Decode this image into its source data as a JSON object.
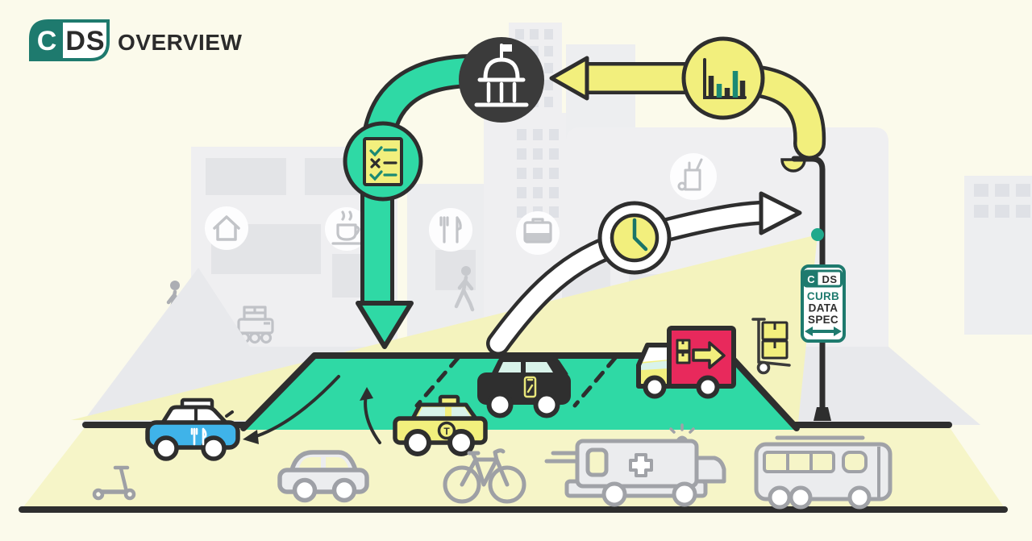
{
  "page": {
    "description": "CDS Overview — illustration of the Curb Data Specification: curb events flow from the street to a sensor sign, become analytics data, and inform city policy that manages the curb zone."
  },
  "logo": {
    "c": "C",
    "ds": "DS",
    "wordmark": "OVERVIEW"
  },
  "curb_sign": {
    "logo_c": "C",
    "logo_ds": "DS",
    "line1": "CURB",
    "line2": "DATA",
    "line3": "SPEC"
  },
  "labels": {
    "taxi_badge": "T"
  },
  "colors": {
    "background": "#FBFAEB",
    "teal_accent": "#2FD9A5",
    "brand_teal": "#1E7A6E",
    "yellow_accent": "#F2EF7D",
    "beam_yellow": "#F4F3BE",
    "street_yellow": "#F6F5C8",
    "outline_dark": "#2E2E2E",
    "gov_circle_dark": "#3B3B3B",
    "truck_red": "#E8295C",
    "car_blue": "#3FB3E9",
    "vehicle_gray": "#A0A2A7",
    "building_gray": "#EFEFF1",
    "sidewalk_gray": "#E8E9EC"
  },
  "icons": [
    "government-building-icon",
    "bar-chart-icon",
    "checklist-icon",
    "clock-icon",
    "home-icon",
    "coffee-icon",
    "restaurant-icon",
    "briefcase-icon",
    "grocery-icon",
    "smartphone-icon",
    "fork-knife-icon",
    "taxi-badge-icon",
    "package-icon",
    "arrow-right-icon",
    "double-arrow-icon",
    "street-lamp-icon",
    "sensor-dot",
    "pedestrian-icon",
    "bicycle-icon",
    "scooter-icon",
    "ambulance-icon",
    "bus-icon",
    "delivery-robot-icon",
    "hand-truck-icon",
    "bike-rack-icon"
  ]
}
